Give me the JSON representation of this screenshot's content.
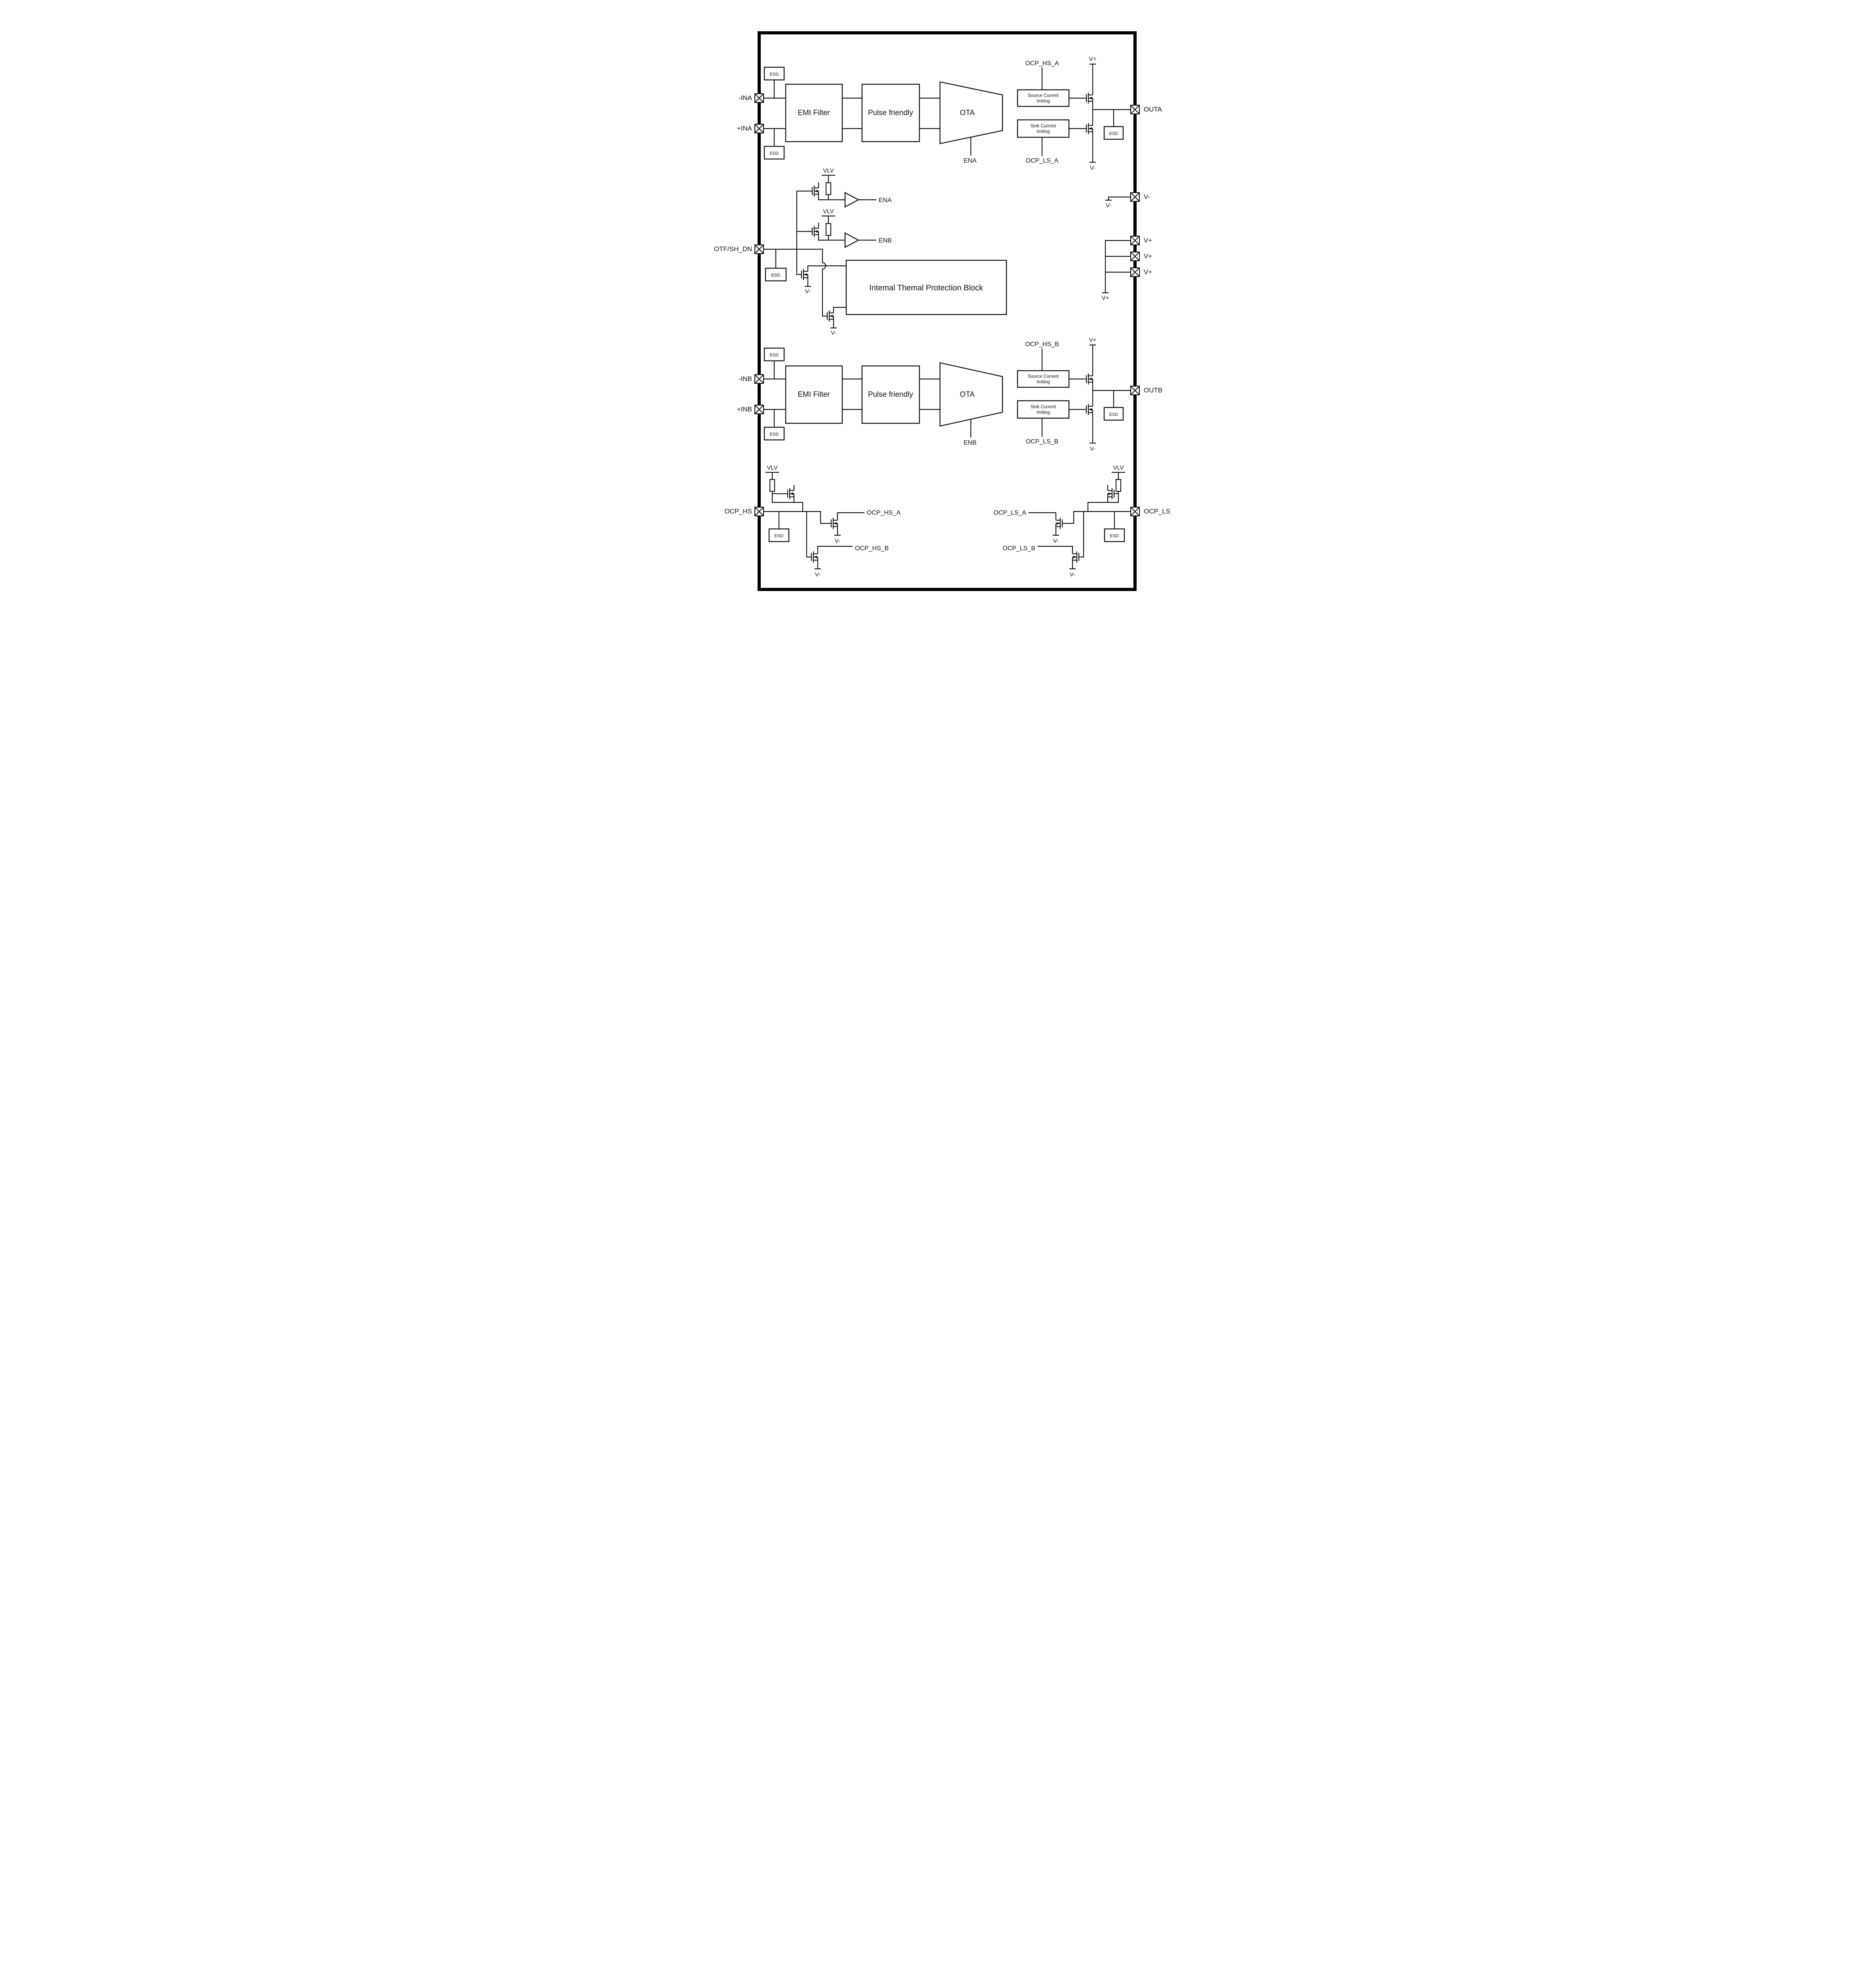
{
  "chip": {
    "esd": "ESD",
    "vlv": "VLV",
    "v_plus": "V+",
    "v_minus": "V-",
    "blocks": {
      "emi_filter": "EMI Filter",
      "pulse_friendly": "Pulse friendly",
      "ota": "OTA",
      "thermal": "Intemal Themal Protection Block",
      "source_limit_line1": "Source Current",
      "source_limit_line2": "Imiting",
      "sink_limit_line1": "Sink Current",
      "sink_limit_line2": "Imiting"
    },
    "pins": {
      "ina_n": "-INA",
      "ina_p": "+INA",
      "outa": "OUTA",
      "inb_n": "-INB",
      "inb_p": "+INB",
      "outb": "OUTB",
      "otf_shdn": "OTF/SH_DN",
      "ocp_hs": "OCP_HS",
      "ocp_ls": "OCP_LS",
      "v_minus": "V-",
      "v_plus": "V+"
    },
    "signals": {
      "ena": "ENA",
      "enb": "ENB",
      "ocp_hs_a": "OCP_HS_A",
      "ocp_ls_a": "OCP_LS_A",
      "ocp_hs_b": "OCP_HS_B",
      "ocp_ls_b": "OCP_LS_B"
    }
  }
}
